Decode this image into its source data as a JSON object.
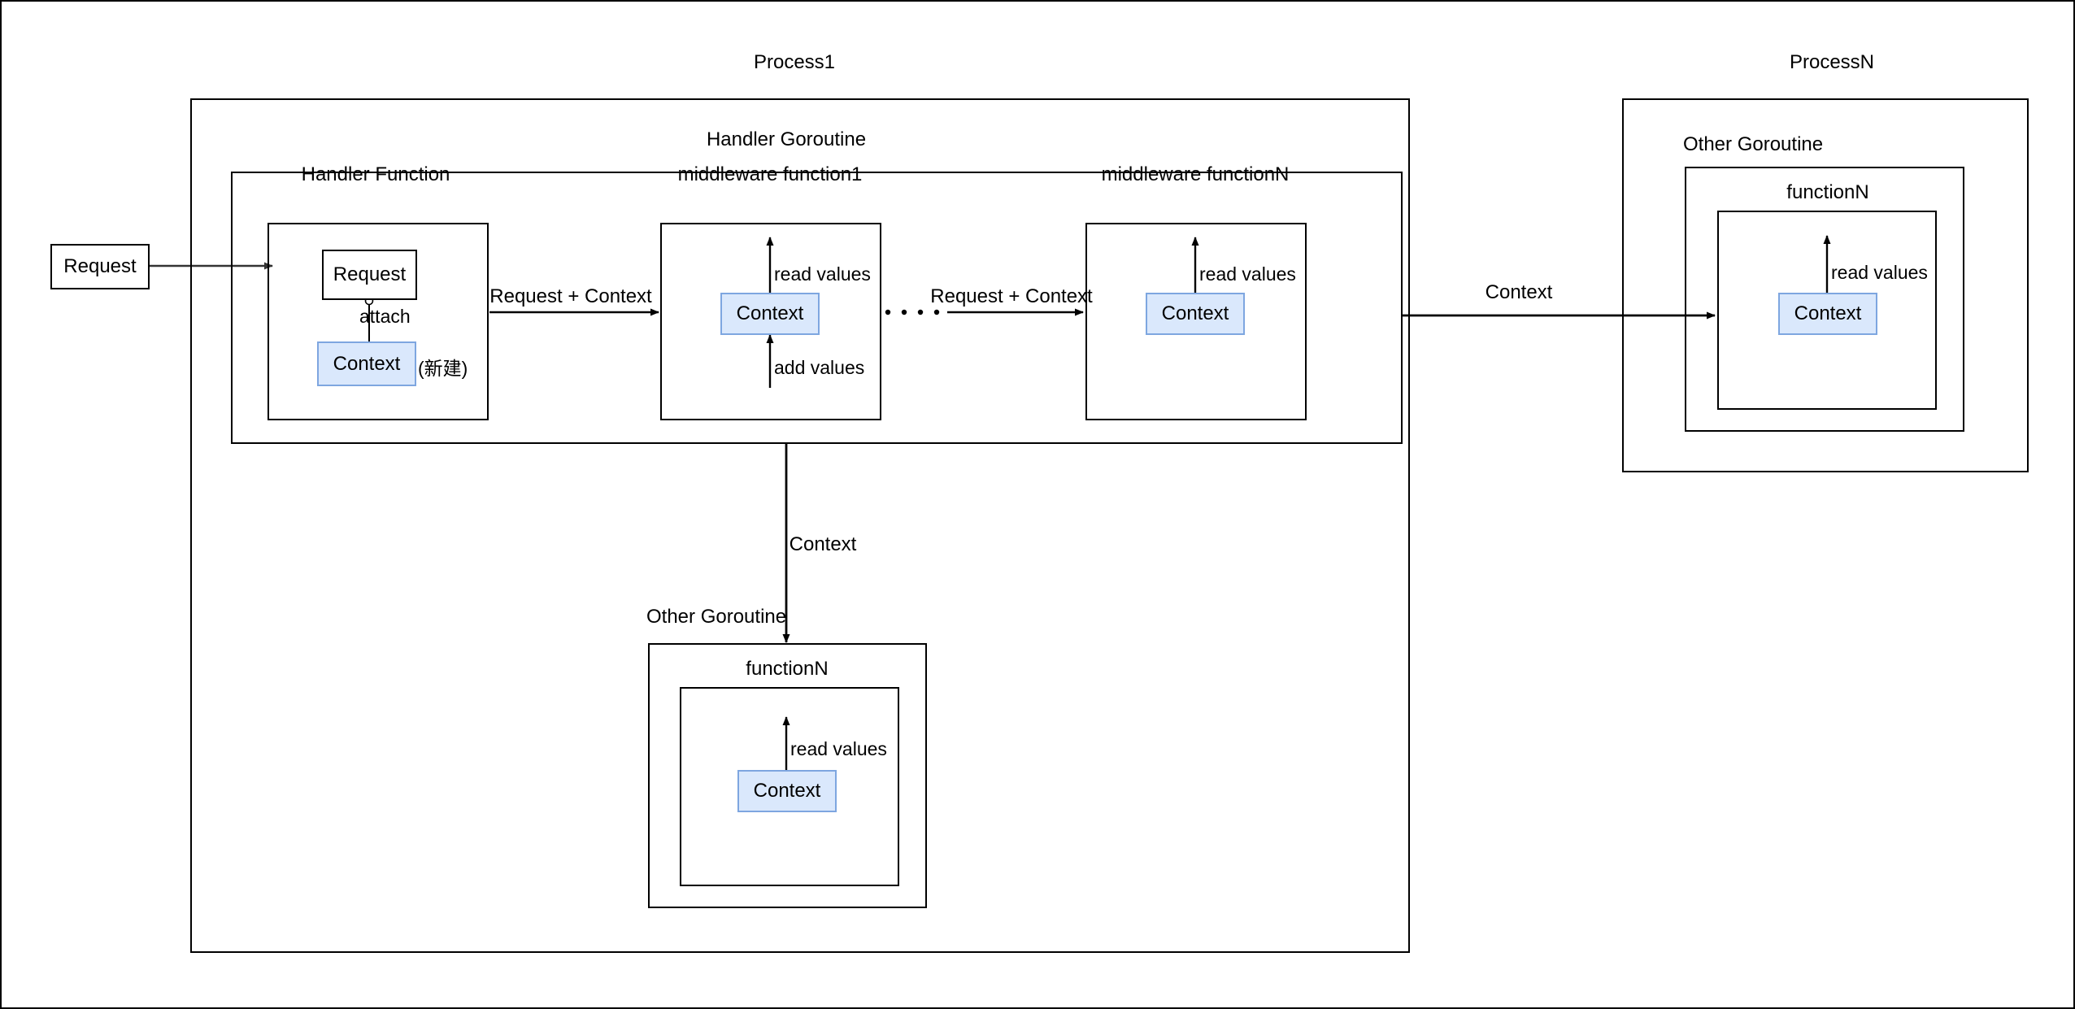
{
  "diagram": {
    "title": "Go context propagation across goroutines and processes",
    "colors": {
      "context_fill": "#dae8fc",
      "context_stroke": "#7ea6e0",
      "box_stroke": "#000000",
      "background": "#ffffff",
      "text": "#000000"
    }
  },
  "entry": {
    "request_box_label": "Request"
  },
  "process1": {
    "label": "Process1",
    "handler_goroutine": {
      "label": "Handler Goroutine",
      "handler_function": {
        "label": "Handler Function",
        "request_box_label": "Request",
        "attach_label": "attach",
        "context_box_label": "Context",
        "context_note": "(新建)"
      },
      "middleware_function1": {
        "label": "middleware function1",
        "context_box_label": "Context",
        "read_values_label": "read values",
        "add_values_label": "add values"
      },
      "middleware_functionN": {
        "label": "middleware functionN",
        "context_box_label": "Context",
        "read_values_label": "read values"
      },
      "arrows": {
        "handler_to_mw1": "Request + Context",
        "mw1_to_mwN": "Request + Context",
        "ellipsis": "· · · ·"
      }
    },
    "other_goroutine": {
      "label": "Other Goroutine",
      "incoming_arrow_label": "Context",
      "functionN": {
        "label": "functionN",
        "context_box_label": "Context",
        "read_values_label": "read values"
      }
    }
  },
  "cross_process_arrow": {
    "label": "Context"
  },
  "processN": {
    "label": "ProcessN",
    "other_goroutine": {
      "label": "Other Goroutine",
      "functionN": {
        "label": "functionN",
        "context_box_label": "Context",
        "read_values_label": "read values"
      }
    }
  }
}
